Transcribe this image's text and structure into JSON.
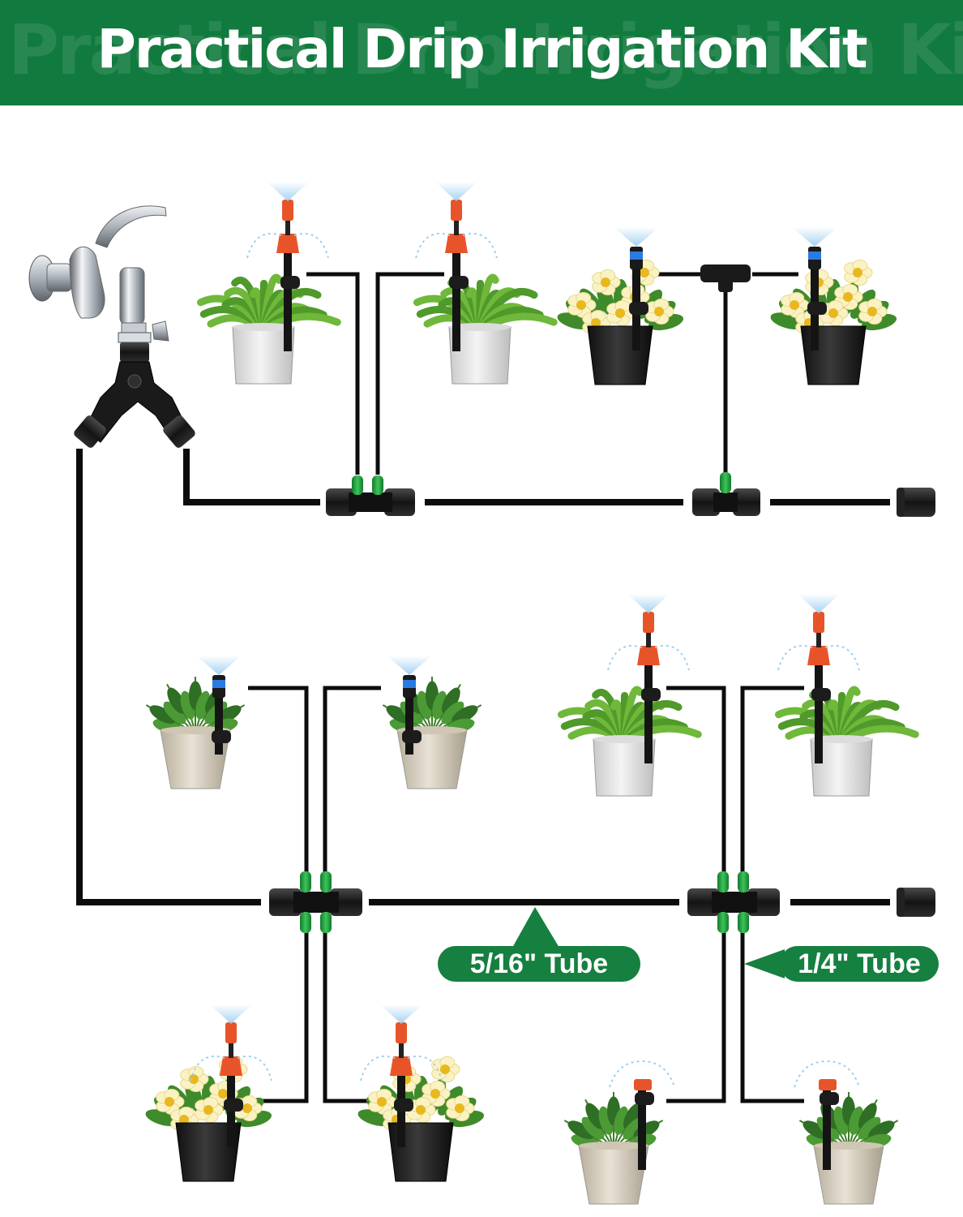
{
  "header": {
    "title": "Practical Drip Irrigation Kit",
    "background_color": "#117a3e"
  },
  "labels": {
    "main_tube": "5/16\" Tube",
    "branch_tube": "1/4\" Tube",
    "label_color": "#15803f"
  },
  "palette": {
    "tube": "#0c0c0c",
    "connector_green": "#1e9e3c",
    "nozzle_red": "#e8542a",
    "nozzle_blue": "#2a7be0",
    "spray": "#9fd0f0"
  },
  "components": {
    "faucet": "faucet-with-y-splitter",
    "plants": [
      {
        "id": "p1",
        "plant": "fern",
        "pot": "white",
        "nozzle": "red-adjustable"
      },
      {
        "id": "p2",
        "plant": "fern",
        "pot": "white",
        "nozzle": "red-adjustable"
      },
      {
        "id": "p3",
        "plant": "yellow-flowers",
        "pot": "black",
        "nozzle": "blue"
      },
      {
        "id": "p4",
        "plant": "yellow-flowers",
        "pot": "black",
        "nozzle": "blue"
      },
      {
        "id": "p5",
        "plant": "leafy",
        "pot": "stone",
        "nozzle": "blue"
      },
      {
        "id": "p6",
        "plant": "leafy",
        "pot": "stone",
        "nozzle": "blue"
      },
      {
        "id": "p7",
        "plant": "fern",
        "pot": "white",
        "nozzle": "red-adjustable"
      },
      {
        "id": "p8",
        "plant": "fern",
        "pot": "white",
        "nozzle": "red-adjustable"
      },
      {
        "id": "p9",
        "plant": "yellow-flowers",
        "pot": "black",
        "nozzle": "red-adjustable"
      },
      {
        "id": "p10",
        "plant": "yellow-flowers",
        "pot": "black",
        "nozzle": "red-adjustable"
      },
      {
        "id": "p11",
        "plant": "leafy",
        "pot": "stone",
        "nozzle": "red-dripper"
      },
      {
        "id": "p12",
        "plant": "leafy",
        "pot": "stone",
        "nozzle": "red-dripper"
      }
    ]
  }
}
